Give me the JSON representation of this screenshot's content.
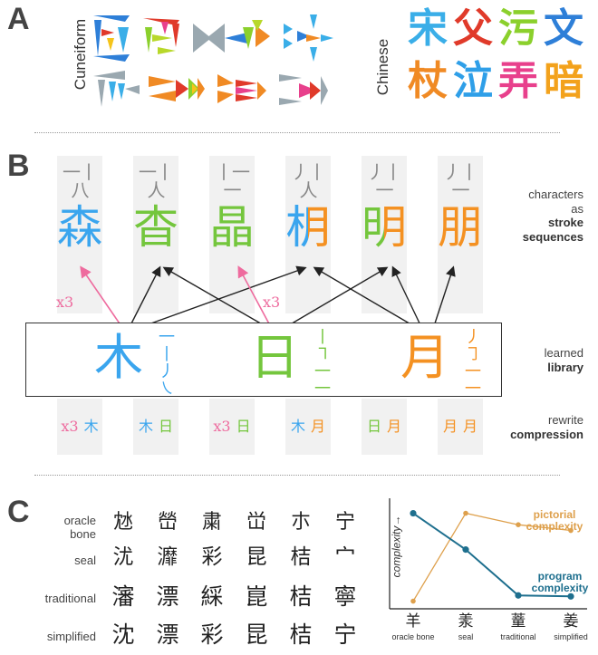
{
  "panels": {
    "a": "A",
    "b": "B",
    "c": "C"
  },
  "panel_a": {
    "cuneiform_label": "Cuneiform",
    "chinese_label": "Chinese",
    "chinese_chars": [
      {
        "char": "宋",
        "color": "#3aaee8"
      },
      {
        "char": "父",
        "color": "#e03a2a"
      },
      {
        "char": "污",
        "color": "#8bd02c"
      },
      {
        "char": "文",
        "color": "#2e7fd8"
      },
      {
        "char": "杖",
        "color": "#f08a24"
      },
      {
        "char": "泣",
        "color": "#2f9fe8"
      },
      {
        "char": "弄",
        "color": "#e8408c"
      },
      {
        "char": "暗",
        "color": "#f3a21c"
      }
    ]
  },
  "panel_b": {
    "columns": [
      {
        "strokes": "一丨八",
        "char": "森"
      },
      {
        "strokes": "一丨人",
        "char": "杳"
      },
      {
        "strokes": "丨一一",
        "char": "晶"
      },
      {
        "strokes": "丿丨人",
        "char": "枂"
      },
      {
        "strokes": "丿丨一",
        "char": "明"
      },
      {
        "strokes": "丿丨一",
        "char": "朋"
      }
    ],
    "library": [
      {
        "char": "木",
        "color": "#3aa5ee",
        "strokes": [
          "一",
          "丨",
          "丿",
          "㇏"
        ]
      },
      {
        "char": "日",
        "color": "#74c63d",
        "strokes": [
          "丨",
          "㇕",
          "一",
          "一"
        ]
      },
      {
        "char": "月",
        "color": "#f49122",
        "strokes": [
          "丿",
          "㇆",
          "一",
          "一"
        ]
      }
    ],
    "x3_up": [
      "x3",
      "x3"
    ],
    "rewrites": [
      [
        {
          "t": "x3",
          "c": "#ee6b9e"
        },
        {
          "t": "木",
          "c": "#3aa5ee"
        }
      ],
      [
        {
          "t": "木",
          "c": "#3aa5ee"
        },
        {
          "t": "日",
          "c": "#74c63d"
        }
      ],
      [
        {
          "t": "x3",
          "c": "#ee6b9e"
        },
        {
          "t": "日",
          "c": "#74c63d"
        }
      ],
      [
        {
          "t": "木",
          "c": "#3aa5ee"
        },
        {
          "t": "月",
          "c": "#f49122"
        }
      ],
      [
        {
          "t": "日",
          "c": "#74c63d"
        },
        {
          "t": "月",
          "c": "#f49122"
        }
      ],
      [
        {
          "t": "月",
          "c": "#f49122"
        },
        {
          "t": "月",
          "c": "#f49122"
        }
      ]
    ],
    "side_labels": {
      "stroke_l1": "characters",
      "stroke_l2": "as",
      "stroke_l3": "stroke",
      "stroke_l4": "sequences",
      "lib_l1": "learned",
      "lib_l2": "library",
      "rw_l1": "rewrite",
      "rw_l2": "compression"
    },
    "colors": {
      "mu": "#3aa5ee",
      "ri": "#74c63d",
      "yue": "#f49122",
      "pink": "#ee6b9e"
    }
  },
  "panel_c": {
    "rows": [
      {
        "label_l1": "oracle",
        "label_l2": "bone",
        "chars": [
          "沊",
          "嵤",
          "粛",
          "峃",
          "朩",
          "宁"
        ]
      },
      {
        "label_l1": "seal",
        "label_l2": "",
        "chars": [
          "沋",
          "灖",
          "彩",
          "昆",
          "桔",
          "宀"
        ]
      },
      {
        "label_l1": "traditional",
        "label_l2": "",
        "chars": [
          "瀋",
          "漂",
          "綵",
          "崑",
          "桔",
          "寧"
        ]
      },
      {
        "label_l1": "simplified",
        "label_l2": "",
        "chars": [
          "沈",
          "漂",
          "彩",
          "昆",
          "桔",
          "宁"
        ]
      }
    ],
    "chart_data": {
      "type": "line",
      "categories": [
        "oracle bone",
        "seal",
        "traditional",
        "simplified"
      ],
      "category_chars": [
        "羊",
        "羕",
        "蕫",
        "姜"
      ],
      "ylabel": "complexity→",
      "series": [
        {
          "name": "pictorial complexity",
          "color": "#dea04c",
          "values": [
            0.08,
            1.0,
            0.88,
            0.82
          ]
        },
        {
          "name": "program complexity",
          "color": "#1e6f8e",
          "values": [
            1.0,
            0.62,
            0.14,
            0.13
          ]
        }
      ],
      "ylim": [
        0,
        1.1
      ],
      "grid": false,
      "legend": "right"
    }
  }
}
